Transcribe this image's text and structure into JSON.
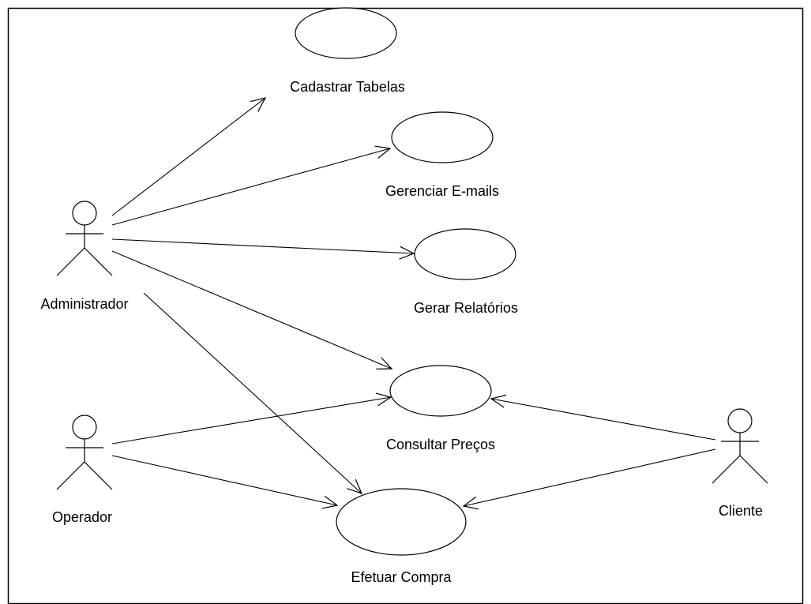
{
  "diagram": {
    "type": "uml-use-case",
    "actors": [
      {
        "id": "administrador",
        "label": "Administrador"
      },
      {
        "id": "operador",
        "label": "Operador"
      },
      {
        "id": "cliente",
        "label": "Cliente"
      }
    ],
    "use_cases": [
      {
        "id": "cadastrar-tabelas",
        "label": "Cadastrar Tabelas"
      },
      {
        "id": "gerenciar-emails",
        "label": "Gerenciar E-mails"
      },
      {
        "id": "gerar-relatorios",
        "label": "Gerar Relatórios"
      },
      {
        "id": "consultar-precos",
        "label": "Consultar Preços"
      },
      {
        "id": "efetuar-compra",
        "label": "Efetuar Compra"
      }
    ],
    "associations": [
      {
        "from": "administrador",
        "to": "cadastrar-tabelas"
      },
      {
        "from": "administrador",
        "to": "gerenciar-emails"
      },
      {
        "from": "administrador",
        "to": "gerar-relatorios"
      },
      {
        "from": "administrador",
        "to": "consultar-precos"
      },
      {
        "from": "administrador",
        "to": "efetuar-compra"
      },
      {
        "from": "operador",
        "to": "consultar-precos"
      },
      {
        "from": "operador",
        "to": "efetuar-compra"
      },
      {
        "from": "cliente",
        "to": "consultar-precos"
      },
      {
        "from": "cliente",
        "to": "efetuar-compra"
      }
    ]
  }
}
